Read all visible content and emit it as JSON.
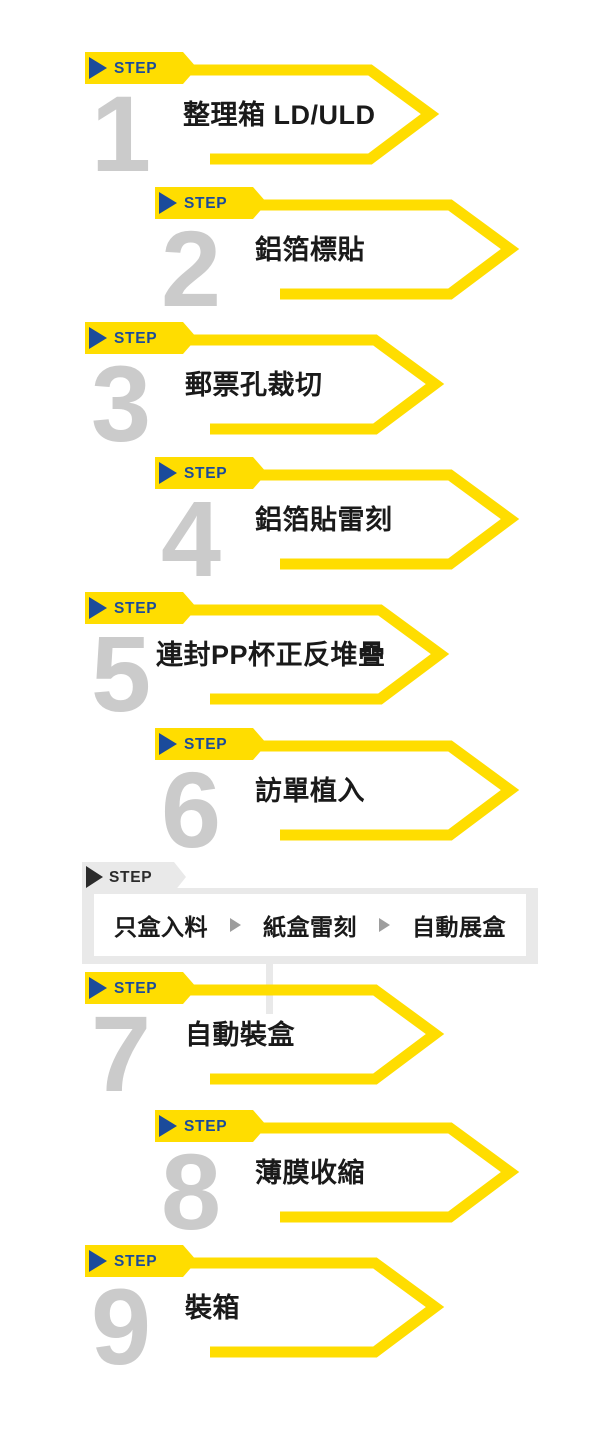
{
  "meta": {
    "step_tab_text": "STEP",
    "colors": {
      "yellow": "#FFDD00",
      "navy": "#1B4B9B",
      "number_gray": "#CBCBCB",
      "box_gray": "#E9E9E9",
      "text": "#1A1A1A",
      "sub_arrow_gray": "#9D9D9D"
    }
  },
  "steps": [
    {
      "number": "1",
      "tab": "STEP",
      "title": "整理箱 LD/ULD"
    },
    {
      "number": "2",
      "tab": "STEP",
      "title": "鋁箔標貼"
    },
    {
      "number": "3",
      "tab": "STEP",
      "title": "郵票孔裁切"
    },
    {
      "number": "4",
      "tab": "STEP",
      "title": "鋁箔貼雷刻"
    },
    {
      "number": "5",
      "tab": "STEP",
      "title": "連封PP杯正反堆疊"
    },
    {
      "number": "6",
      "tab": "STEP",
      "title": "訪單植入"
    },
    {
      "number": "7",
      "tab": "STEP",
      "title": "自動裝盒"
    },
    {
      "number": "8",
      "tab": "STEP",
      "title": "薄膜收縮"
    },
    {
      "number": "9",
      "tab": "STEP",
      "title": "裝箱"
    }
  ],
  "substep": {
    "tab": "STEP",
    "items": [
      "只盒入料",
      "紙盒雷刻",
      "自動展盒"
    ]
  }
}
